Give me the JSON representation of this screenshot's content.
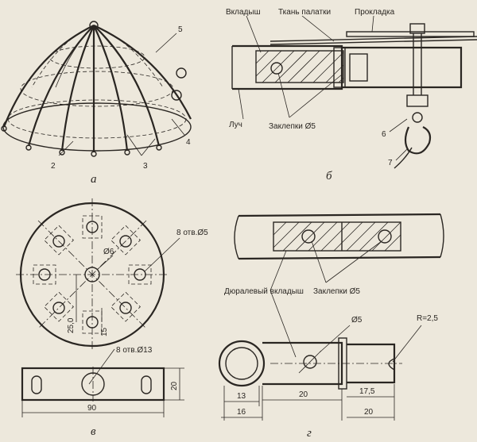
{
  "labels": {
    "a": {
      "caption": "а",
      "num2": "2",
      "num3": "3",
      "num4": "4",
      "num5": "5"
    },
    "b": {
      "caption": "б",
      "insert": "Вкладыш",
      "fabric": "Ткань палатки",
      "gasket": "Прокладка",
      "rib": "Луч",
      "rivets": "Заклепки Ø5",
      "num6": "6",
      "num7": "7"
    },
    "v": {
      "caption": "в",
      "holes5": "8 отв.Ø5",
      "hole6": "Ø6",
      "holes13": "8 отв.Ø13",
      "dim25": "25,0",
      "dim15": "15",
      "dim90": "90",
      "dim20": "20"
    },
    "g": {
      "caption": "г",
      "duralInsert": "Дюралевый вкладыш",
      "rivets": "Заклепки Ø5",
      "hole5": "Ø5",
      "radius": "R=2,5",
      "dim13": "13",
      "dim16": "16",
      "dim20a": "20",
      "dim20b": "20",
      "dim17": "17,5"
    }
  }
}
